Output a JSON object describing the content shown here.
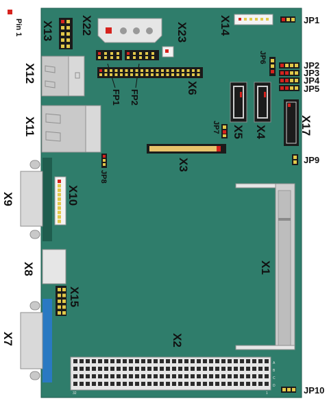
{
  "legend": {
    "pin1_label": "Pin 1",
    "pin1_color": "#d6231e"
  },
  "colors": {
    "board": "#2f7d6b",
    "board_edge": "#1f5a4c",
    "header_dark": "#1b1b1b",
    "pin_gold": "#e2c84a",
    "pin_red": "#d6231e",
    "port_grey": "#c9c9c9",
    "port_light": "#e6e6e6",
    "serial_green": "#1f5d4e",
    "parallel_blue": "#2a79c2"
  },
  "connectors": {
    "x1": "X1",
    "x2": "X2",
    "x3": "X3",
    "x4": "X4",
    "x5": "X5",
    "x6": "X6",
    "x7": "X7",
    "x8": "X8",
    "x9": "X9",
    "x10": "X10",
    "x11": "X11",
    "x12": "X12",
    "x13": "X13",
    "x14": "X14",
    "x15": "X15",
    "x17": "X17",
    "x22": "X22",
    "x23": "X23"
  },
  "jumpers": {
    "jp1": "JP1",
    "jp2": "JP2",
    "jp3": "JP3",
    "jp4": "JP4",
    "jp5": "JP5",
    "jp6": "JP6",
    "jp7": "JP7",
    "jp8": "JP8",
    "jp9": "JP9",
    "jp10": "JP10"
  },
  "fp": {
    "fp1": "FP1",
    "fp2": "FP2"
  },
  "x2_markers": {
    "a": "A",
    "b": "B",
    "c": "C",
    "d": "D",
    "n1": "1",
    "n32": "32"
  }
}
